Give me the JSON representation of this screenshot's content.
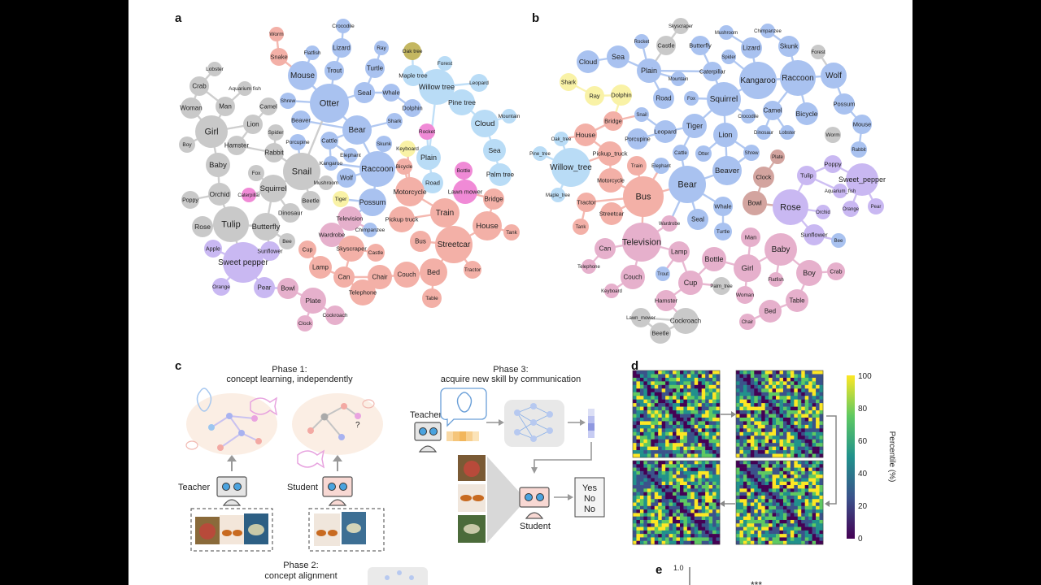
{
  "panel_labels": {
    "a": "a",
    "b": "b",
    "c": "c",
    "d": "d",
    "e": "e"
  },
  "colors": {
    "animal": "#a9c2f0",
    "vehicle": "#f3b0a7",
    "plant": "#b3d9f5",
    "fruit": "#c9b8f2",
    "people": "#c9c9c9",
    "household": "#e6b0cc",
    "tree": "#b9dcf6",
    "yellow": "#f9f2a6",
    "pink": "#f08ad6",
    "olive": "#c4b761",
    "brown": "#d3a49f"
  },
  "graph_a": {
    "nodes": [
      {
        "id": "Worm",
        "c": "vehicle"
      },
      {
        "id": "Snake",
        "c": "vehicle"
      },
      {
        "id": "Crocodile",
        "c": "animal"
      },
      {
        "id": "Flatfish",
        "c": "animal"
      },
      {
        "id": "Lizard",
        "c": "animal"
      },
      {
        "id": "Ray",
        "c": "animal"
      },
      {
        "id": "Oak tree",
        "c": "olive"
      },
      {
        "id": "Forest",
        "c": "tree"
      },
      {
        "id": "Lobster",
        "c": "people"
      },
      {
        "id": "Crab",
        "c": "people"
      },
      {
        "id": "Aquarium fish",
        "c": "people"
      },
      {
        "id": "Mouse",
        "c": "animal"
      },
      {
        "id": "Trout",
        "c": "animal"
      },
      {
        "id": "Turtle",
        "c": "animal"
      },
      {
        "id": "Maple tree",
        "c": "tree"
      },
      {
        "id": "Willow tree",
        "c": "tree"
      },
      {
        "id": "Leopard",
        "c": "tree"
      },
      {
        "id": "Woman",
        "c": "people"
      },
      {
        "id": "Man",
        "c": "people"
      },
      {
        "id": "Camel",
        "c": "people"
      },
      {
        "id": "Shrew",
        "c": "animal"
      },
      {
        "id": "Otter",
        "c": "animal"
      },
      {
        "id": "Seal",
        "c": "animal"
      },
      {
        "id": "Whale",
        "c": "animal"
      },
      {
        "id": "Pine tree",
        "c": "tree"
      },
      {
        "id": "Mountain",
        "c": "tree"
      },
      {
        "id": "Dolphin",
        "c": "animal"
      },
      {
        "id": "Girl",
        "c": "people"
      },
      {
        "id": "Lion",
        "c": "people"
      },
      {
        "id": "Beaver",
        "c": "animal"
      },
      {
        "id": "Bear",
        "c": "animal"
      },
      {
        "id": "Shark",
        "c": "animal"
      },
      {
        "id": "Cloud",
        "c": "tree"
      },
      {
        "id": "Rocket",
        "c": "pink"
      },
      {
        "id": "Boy",
        "c": "people"
      },
      {
        "id": "Hamster",
        "c": "people"
      },
      {
        "id": "Spider",
        "c": "people"
      },
      {
        "id": "Porcupine",
        "c": "animal"
      },
      {
        "id": "Cattle",
        "c": "animal"
      },
      {
        "id": "Skunk",
        "c": "animal"
      },
      {
        "id": "Keyboard",
        "c": "yellow"
      },
      {
        "id": "Rabbit",
        "c": "people"
      },
      {
        "id": "Elephant",
        "c": "animal"
      },
      {
        "id": "Plain",
        "c": "tree"
      },
      {
        "id": "Sea",
        "c": "tree"
      },
      {
        "id": "Baby",
        "c": "people"
      },
      {
        "id": "Snail",
        "c": "people"
      },
      {
        "id": "Raccoon",
        "c": "animal"
      },
      {
        "id": "Fox",
        "c": "people"
      },
      {
        "id": "Kangaroo",
        "c": "animal"
      },
      {
        "id": "Bicycle",
        "c": "vehicle"
      },
      {
        "id": "Palm tree",
        "c": "tree"
      },
      {
        "id": "Wolf",
        "c": "animal"
      },
      {
        "id": "Mushroom",
        "c": "people"
      },
      {
        "id": "Bottle",
        "c": "pink"
      },
      {
        "id": "Squirrel",
        "c": "people"
      },
      {
        "id": "Road",
        "c": "tree"
      },
      {
        "id": "Orchid",
        "c": "people"
      },
      {
        "id": "Caterpillar",
        "c": "pink"
      },
      {
        "id": "Motorcycle",
        "c": "vehicle"
      },
      {
        "id": "Lawn mower",
        "c": "pink"
      },
      {
        "id": "Poppy",
        "c": "people"
      },
      {
        "id": "Beetle",
        "c": "people"
      },
      {
        "id": "Tiger",
        "c": "yellow"
      },
      {
        "id": "Possum",
        "c": "animal"
      },
      {
        "id": "Bridge",
        "c": "vehicle"
      },
      {
        "id": "Dinosaur",
        "c": "people"
      },
      {
        "id": "Train",
        "c": "vehicle"
      },
      {
        "id": "Rose",
        "c": "people"
      },
      {
        "id": "Tulip",
        "c": "people"
      },
      {
        "id": "Television",
        "c": "household"
      },
      {
        "id": "Pickup truck",
        "c": "vehicle"
      },
      {
        "id": "House",
        "c": "vehicle"
      },
      {
        "id": "Butterfly",
        "c": "people"
      },
      {
        "id": "Chimpanzee",
        "c": "animal"
      },
      {
        "id": "Tank",
        "c": "vehicle"
      },
      {
        "id": "Wardrobe",
        "c": "household"
      },
      {
        "id": "Bee",
        "c": "people"
      },
      {
        "id": "Apple",
        "c": "fruit"
      },
      {
        "id": "Sunflower",
        "c": "fruit"
      },
      {
        "id": "Skyscraper",
        "c": "vehicle"
      },
      {
        "id": "Bus",
        "c": "vehicle"
      },
      {
        "id": "Streetcar",
        "c": "vehicle"
      },
      {
        "id": "Cup",
        "c": "vehicle"
      },
      {
        "id": "Castle",
        "c": "vehicle"
      },
      {
        "id": "Sweet pepper",
        "c": "fruit"
      },
      {
        "id": "Lamp",
        "c": "vehicle"
      },
      {
        "id": "Tractor",
        "c": "vehicle"
      },
      {
        "id": "Can",
        "c": "vehicle"
      },
      {
        "id": "Chair",
        "c": "vehicle"
      },
      {
        "id": "Couch",
        "c": "vehicle"
      },
      {
        "id": "Bed",
        "c": "vehicle"
      },
      {
        "id": "Orange",
        "c": "fruit"
      },
      {
        "id": "Pear",
        "c": "fruit"
      },
      {
        "id": "Bowl",
        "c": "household"
      },
      {
        "id": "Telephone",
        "c": "vehicle"
      },
      {
        "id": "Table",
        "c": "vehicle"
      },
      {
        "id": "Plate",
        "c": "household"
      },
      {
        "id": "Cockroach",
        "c": "household"
      },
      {
        "id": "Clock",
        "c": "household"
      }
    ]
  },
  "graph_b": {
    "nodes": [
      {
        "id": "Skyscraper",
        "c": "people"
      },
      {
        "id": "Mushroom",
        "c": "animal"
      },
      {
        "id": "Chimpanzee",
        "c": "animal"
      },
      {
        "id": "Rocket",
        "c": "animal"
      },
      {
        "id": "Castle",
        "c": "people"
      },
      {
        "id": "Butterfly",
        "c": "animal"
      },
      {
        "id": "Lizard",
        "c": "animal"
      },
      {
        "id": "Skunk",
        "c": "animal"
      },
      {
        "id": "Forest",
        "c": "people"
      },
      {
        "id": "Sea",
        "c": "animal"
      },
      {
        "id": "Spider",
        "c": "animal"
      },
      {
        "id": "Cloud",
        "c": "animal"
      },
      {
        "id": "Plain",
        "c": "animal"
      },
      {
        "id": "Caterpillar",
        "c": "animal"
      },
      {
        "id": "Kangaroo",
        "c": "animal"
      },
      {
        "id": "Raccoon",
        "c": "animal"
      },
      {
        "id": "Wolf",
        "c": "animal"
      },
      {
        "id": "Mountain",
        "c": "animal"
      },
      {
        "id": "Shark",
        "c": "yellow"
      },
      {
        "id": "Dolphin",
        "c": "yellow"
      },
      {
        "id": "Ray",
        "c": "yellow"
      },
      {
        "id": "Road",
        "c": "animal"
      },
      {
        "id": "Fox",
        "c": "animal"
      },
      {
        "id": "Squirrel",
        "c": "animal"
      },
      {
        "id": "Camel",
        "c": "animal"
      },
      {
        "id": "Possum",
        "c": "animal"
      },
      {
        "id": "Bridge",
        "c": "vehicle"
      },
      {
        "id": "Snail",
        "c": "animal"
      },
      {
        "id": "Crocodile",
        "c": "animal"
      },
      {
        "id": "Bicycle",
        "c": "animal"
      },
      {
        "id": "Mouse",
        "c": "animal"
      },
      {
        "id": "House",
        "c": "vehicle"
      },
      {
        "id": "Leopard",
        "c": "animal"
      },
      {
        "id": "Tiger",
        "c": "animal"
      },
      {
        "id": "Oak_tree",
        "c": "tree"
      },
      {
        "id": "Porcupine",
        "c": "animal"
      },
      {
        "id": "Lion",
        "c": "animal"
      },
      {
        "id": "Dinosaur",
        "c": "animal"
      },
      {
        "id": "Lobster",
        "c": "animal"
      },
      {
        "id": "Worm",
        "c": "people"
      },
      {
        "id": "Pickup_truck",
        "c": "vehicle"
      },
      {
        "id": "Rabbit",
        "c": "animal"
      },
      {
        "id": "Pine_tree",
        "c": "tree"
      },
      {
        "id": "Cattle",
        "c": "animal"
      },
      {
        "id": "Otter",
        "c": "animal"
      },
      {
        "id": "Shrew",
        "c": "animal"
      },
      {
        "id": "Plate",
        "c": "brown"
      },
      {
        "id": "Willow_tree",
        "c": "tree"
      },
      {
        "id": "Train",
        "c": "vehicle"
      },
      {
        "id": "Elephant",
        "c": "animal"
      },
      {
        "id": "Beaver",
        "c": "animal"
      },
      {
        "id": "Poppy",
        "c": "fruit"
      },
      {
        "id": "Motorcycle",
        "c": "vehicle"
      },
      {
        "id": "Bear",
        "c": "animal"
      },
      {
        "id": "Clock",
        "c": "brown"
      },
      {
        "id": "Tulip",
        "c": "fruit"
      },
      {
        "id": "Sweet_pepper",
        "c": "fruit"
      },
      {
        "id": "Aquarium_fish",
        "c": "fruit"
      },
      {
        "id": "Maple_tree",
        "c": "tree"
      },
      {
        "id": "Bus",
        "c": "vehicle"
      },
      {
        "id": "Tractor",
        "c": "vehicle"
      },
      {
        "id": "Whale",
        "c": "animal"
      },
      {
        "id": "Bowl",
        "c": "brown"
      },
      {
        "id": "Rose",
        "c": "fruit"
      },
      {
        "id": "Orange",
        "c": "fruit"
      },
      {
        "id": "Pear",
        "c": "fruit"
      },
      {
        "id": "Orchid",
        "c": "fruit"
      },
      {
        "id": "Streetcar",
        "c": "vehicle"
      },
      {
        "id": "Seal",
        "c": "animal"
      },
      {
        "id": "Tank",
        "c": "vehicle"
      },
      {
        "id": "Wardrobe",
        "c": "household"
      },
      {
        "id": "Sunflower",
        "c": "fruit"
      },
      {
        "id": "Turtle",
        "c": "animal"
      },
      {
        "id": "Bee",
        "c": "animal"
      },
      {
        "id": "Television",
        "c": "household"
      },
      {
        "id": "Man",
        "c": "household"
      },
      {
        "id": "Baby",
        "c": "household"
      },
      {
        "id": "Can",
        "c": "household"
      },
      {
        "id": "Lamp",
        "c": "household"
      },
      {
        "id": "Bottle",
        "c": "household"
      },
      {
        "id": "Girl",
        "c": "household"
      },
      {
        "id": "Telephone",
        "c": "household"
      },
      {
        "id": "Trout",
        "c": "animal"
      },
      {
        "id": "Boy",
        "c": "household"
      },
      {
        "id": "Crab",
        "c": "household"
      },
      {
        "id": "Flatfish",
        "c": "household"
      },
      {
        "id": "Couch",
        "c": "household"
      },
      {
        "id": "Cup",
        "c": "household"
      },
      {
        "id": "Palm_tree",
        "c": "people"
      },
      {
        "id": "Keyboard",
        "c": "household"
      },
      {
        "id": "Woman",
        "c": "household"
      },
      {
        "id": "Table",
        "c": "household"
      },
      {
        "id": "Hamster",
        "c": "household"
      },
      {
        "id": "Bed",
        "c": "household"
      },
      {
        "id": "Lawn_mower",
        "c": "people"
      },
      {
        "id": "Cockroach",
        "c": "people"
      },
      {
        "id": "Chair",
        "c": "household"
      },
      {
        "id": "Beetle",
        "c": "people"
      }
    ]
  },
  "panel_c": {
    "phase1_title": "Phase 1:",
    "phase1_sub": "concept learning, independently",
    "phase2_title": "Phase 2:",
    "phase2_sub": "concept alignment",
    "phase3_title": "Phase 3:",
    "phase3_sub": "acquire new skill by communication",
    "teacher": "Teacher",
    "student": "Student",
    "answers": [
      "Yes",
      "No",
      "No"
    ]
  },
  "panel_d": {
    "colorbar_ticks": [
      "100",
      "80",
      "60",
      "40",
      "20",
      "0"
    ],
    "colorbar_label": "Percentile (%)",
    "colormap": [
      "#440154",
      "#3b528b",
      "#21918c",
      "#5ec962",
      "#fde725"
    ]
  },
  "panel_e": {
    "y_tick": "1.0",
    "significance": "***"
  }
}
